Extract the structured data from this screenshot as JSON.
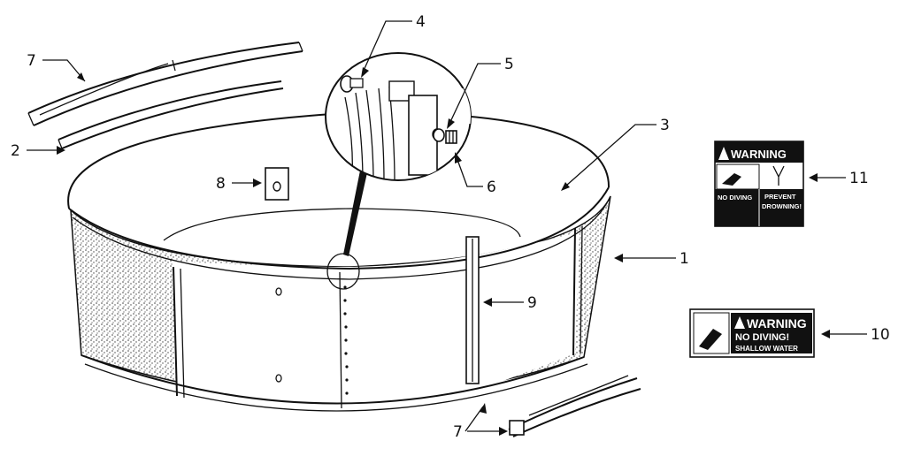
{
  "callouts": {
    "c1": "1",
    "c2": "2",
    "c3": "3",
    "c4": "4",
    "c5": "5",
    "c6": "6",
    "c7_top": "7",
    "c7_bottom": "7",
    "c8": "8",
    "c9": "9",
    "c10": "10",
    "c11": "11"
  },
  "sign11": {
    "header": "WARNING",
    "left_text_1": "NO DIVING",
    "right_text_1": "PREVENT",
    "right_text_2": "DROWNING!"
  },
  "sign10": {
    "header": "WARNING",
    "line1": "NO DIVING!",
    "line2": "SHALLOW WATER"
  },
  "colors": {
    "ink": "#111111",
    "paper": "#ffffff",
    "stipple": "#555555"
  }
}
